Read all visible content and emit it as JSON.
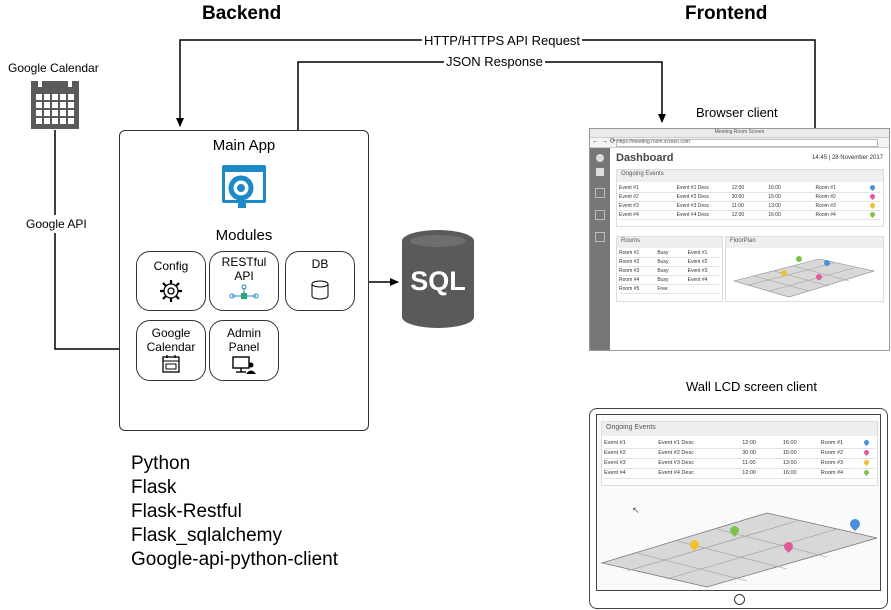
{
  "headings": {
    "backend": "Backend",
    "frontend": "Frontend"
  },
  "arrows": {
    "request": "HTTP/HTTPS API Request",
    "response": "JSON Response"
  },
  "google_calendar": {
    "label": "Google Calendar",
    "api_label": "Google API"
  },
  "main_app": {
    "title": "Main App",
    "modules_title": "Modules",
    "modules": {
      "config": "Config",
      "restful_api": "RESTful API",
      "db": "DB",
      "google_calendar": "Google Calendar",
      "admin_panel": "Admin Panel"
    }
  },
  "database": {
    "label": "SQL"
  },
  "stack": [
    "Python",
    "Flask",
    "Flask-Restful",
    "Flask_sqlalchemy",
    "Google-api-python-client"
  ],
  "browser_client": {
    "label": "Browser client",
    "window_title": "Meeting Room Screen",
    "url": "https://meeting.room.screen.com",
    "dashboard_title": "Dashboard",
    "datetime": "14:45 | 28 November 2017",
    "ongoing_title": "Ongoing Events",
    "events": [
      [
        "Event #1",
        "Event #1 Desc",
        "12:00",
        "16:00",
        "Room #1"
      ],
      [
        "Event #2",
        "Event #2 Desc",
        "30:00",
        "15:00",
        "Room #2"
      ],
      [
        "Event #3",
        "Event #3 Desc",
        "11:00",
        "13:00",
        "Room #3"
      ],
      [
        "Event #4",
        "Event #4 Desc",
        "12:00",
        "16:00",
        "Room #4"
      ]
    ],
    "rooms_title": "Rooms",
    "rooms": [
      [
        "Room #1",
        "Busy",
        "Event #1"
      ],
      [
        "Room #2",
        "Busy",
        "Event #2"
      ],
      [
        "Room #3",
        "Busy",
        "Event #3"
      ],
      [
        "Room #4",
        "Busy",
        "Event #4"
      ],
      [
        "Room #5",
        "Free",
        ""
      ]
    ],
    "floorplan_title": "FloorPlan"
  },
  "wall_client": {
    "label": "Wall LCD screen client",
    "ongoing_title": "Ongoing Events",
    "events": [
      [
        "Event #1",
        "Event #1 Desc",
        "12:00",
        "16:00",
        "Room #1"
      ],
      [
        "Event #2",
        "Event #2 Desc",
        "30:00",
        "15:00",
        "Room #2"
      ],
      [
        "Event #3",
        "Event #3 Desc",
        "11:00",
        "13:00",
        "Room #3"
      ],
      [
        "Event #4",
        "Event #4 Desc",
        "12:00",
        "16:00",
        "Room #4"
      ]
    ]
  },
  "colors": {
    "accent_blue": "#1e88c8",
    "pin_blue": "#4a90d9",
    "pin_pink": "#e05a9a",
    "pin_yellow": "#f0c030",
    "pin_green": "#7cc44a"
  }
}
